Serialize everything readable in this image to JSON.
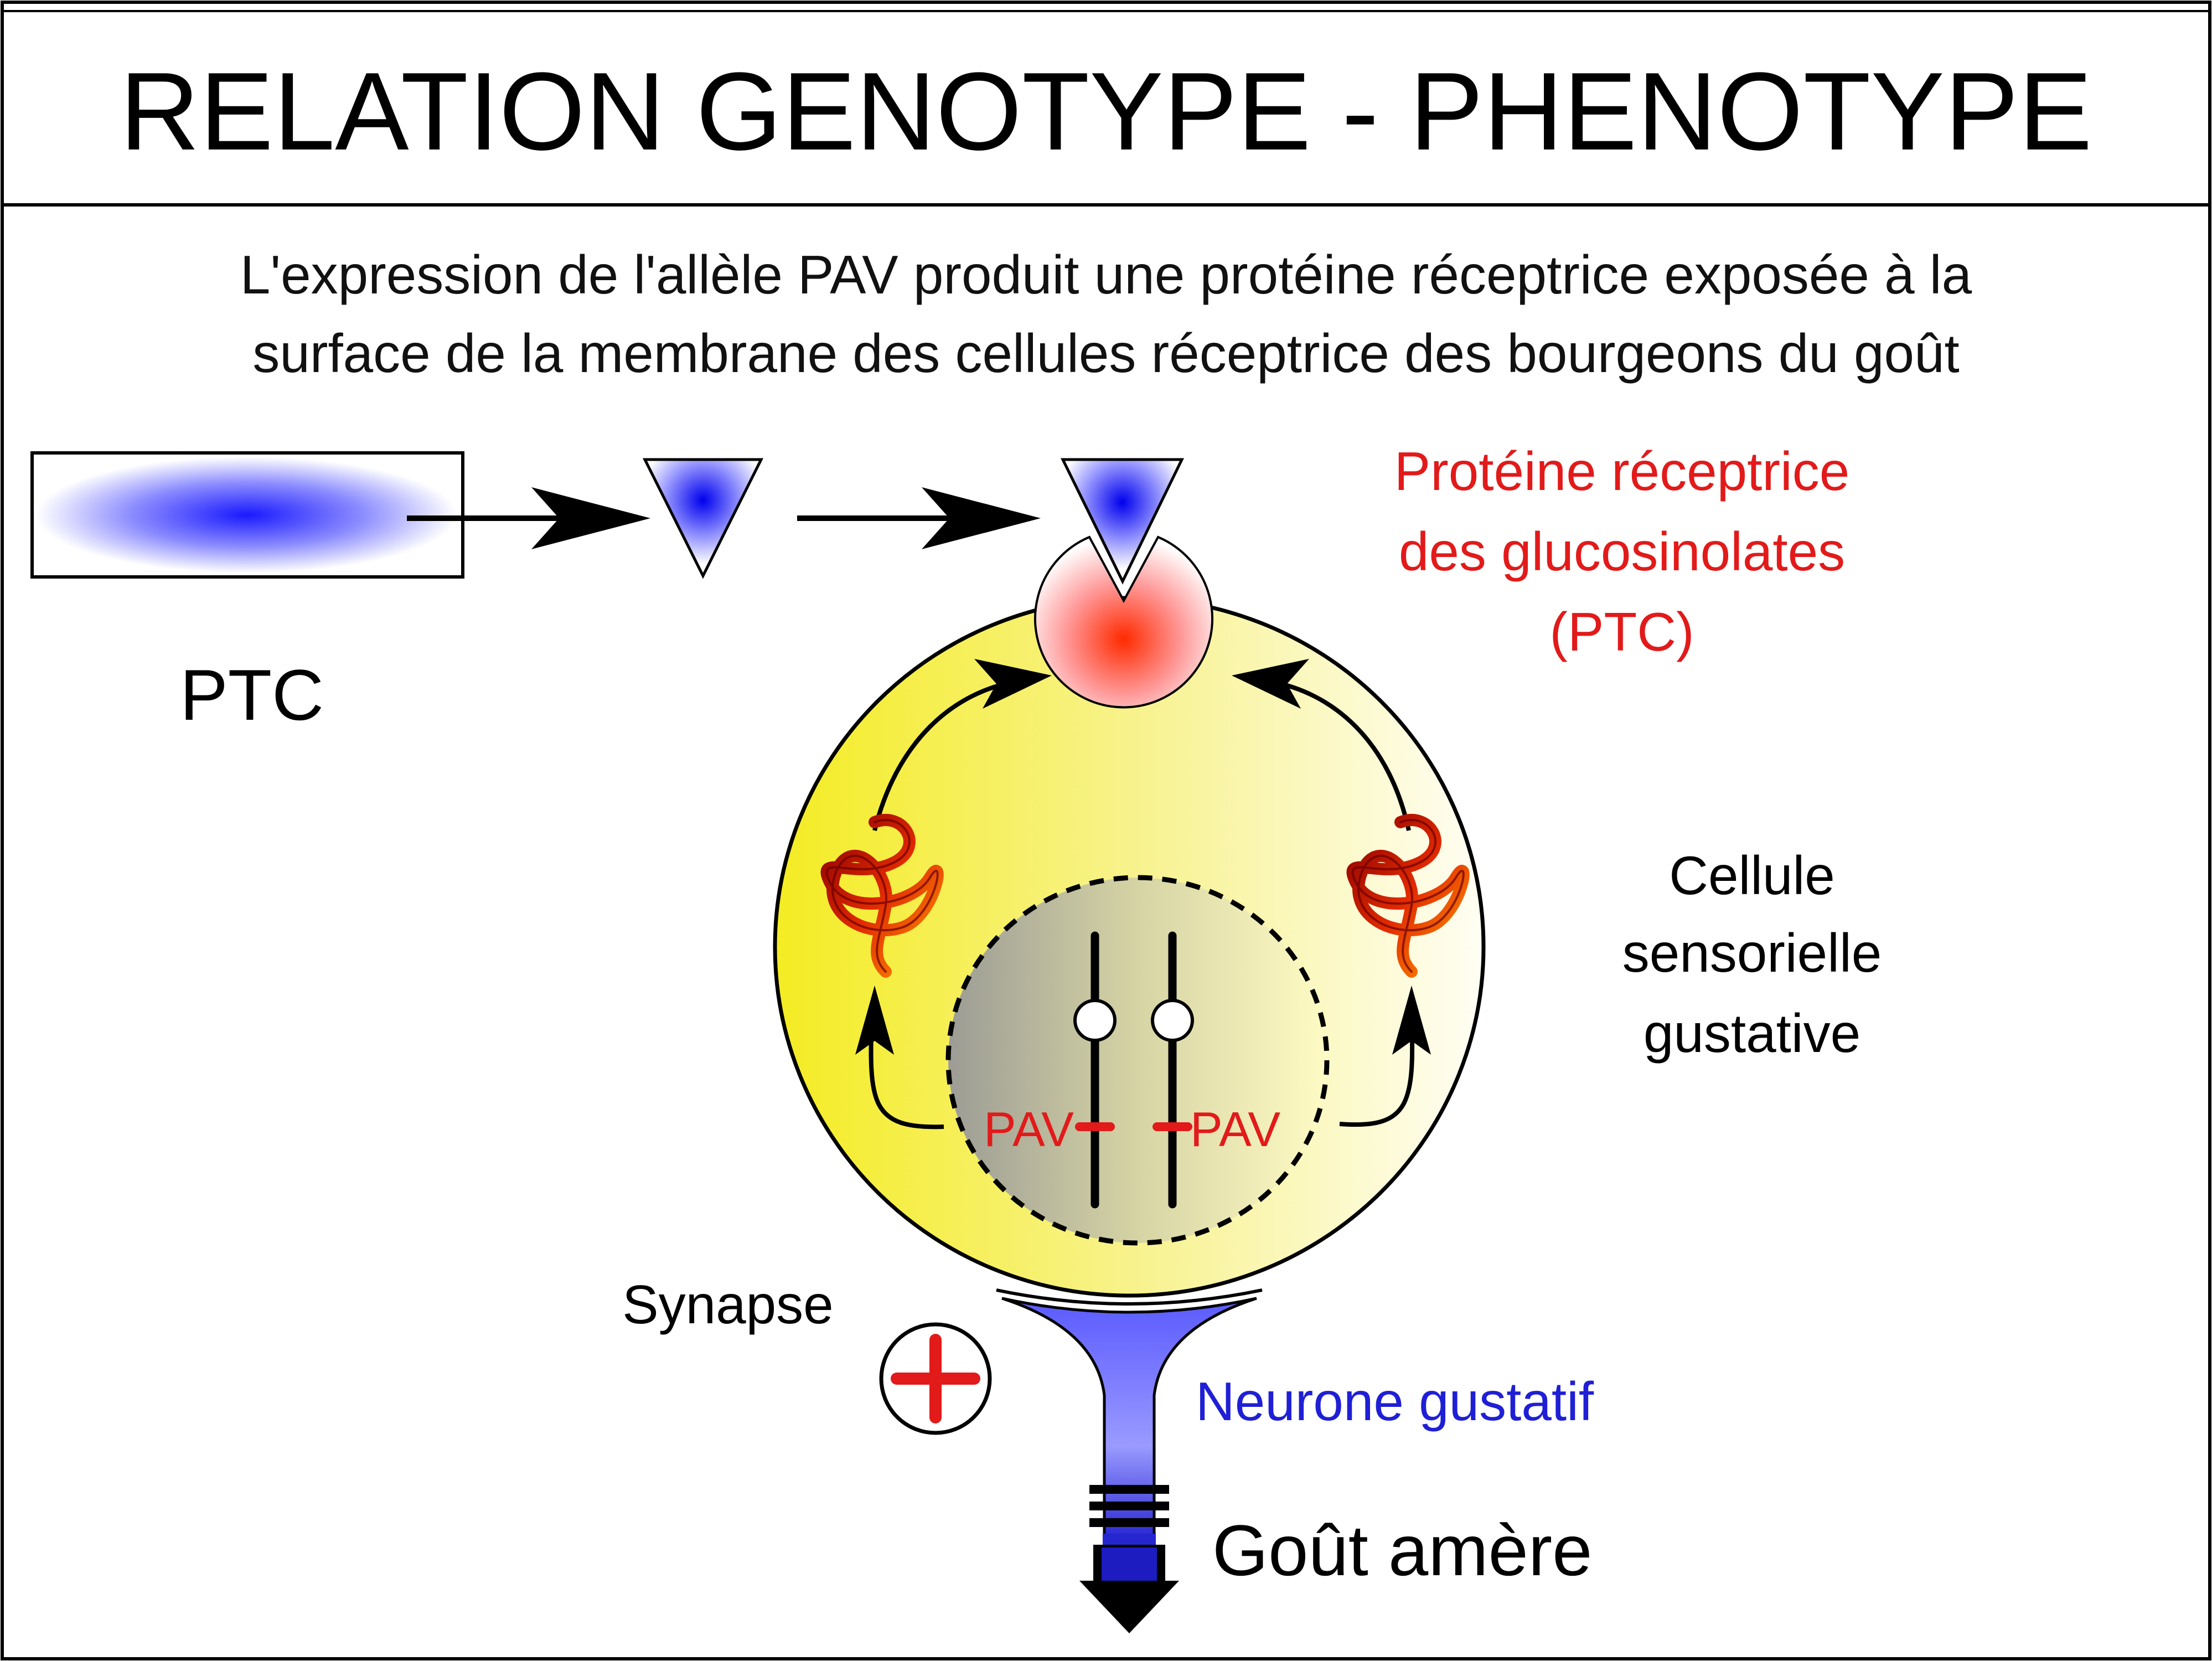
{
  "title": "RELATION GENOTYPE - PHENOTYPE",
  "description": {
    "line1": "L'expression de l'allèle PAV produit une protéine réceptrice exposée à la",
    "line2": "surface de la membrane des cellules réceptrice des bourgeons du goût"
  },
  "gene_label": "PTC",
  "protein_label": {
    "line1": "Protéine réceptrice",
    "line2": "des  glucosinolates",
    "line3": "(PTC)"
  },
  "cell_label": {
    "line1": "Cellule",
    "line2": "sensorielle",
    "line3": "gustative"
  },
  "allele_labels": {
    "left": "PAV",
    "right": "PAV"
  },
  "synapse_label": "Synapse",
  "neuron_label": "Neurone gustatif",
  "result_label": "Goût amère",
  "colors": {
    "protein_text": "#e21a1a",
    "neuron_text": "#1f1fd6",
    "cell_fill": "#f3ec2a",
    "allele": "#e21a1a",
    "receptor": "#1d1dff"
  },
  "icons": [
    "plus-icon",
    "folded-protein-icon",
    "arrow-icon"
  ]
}
